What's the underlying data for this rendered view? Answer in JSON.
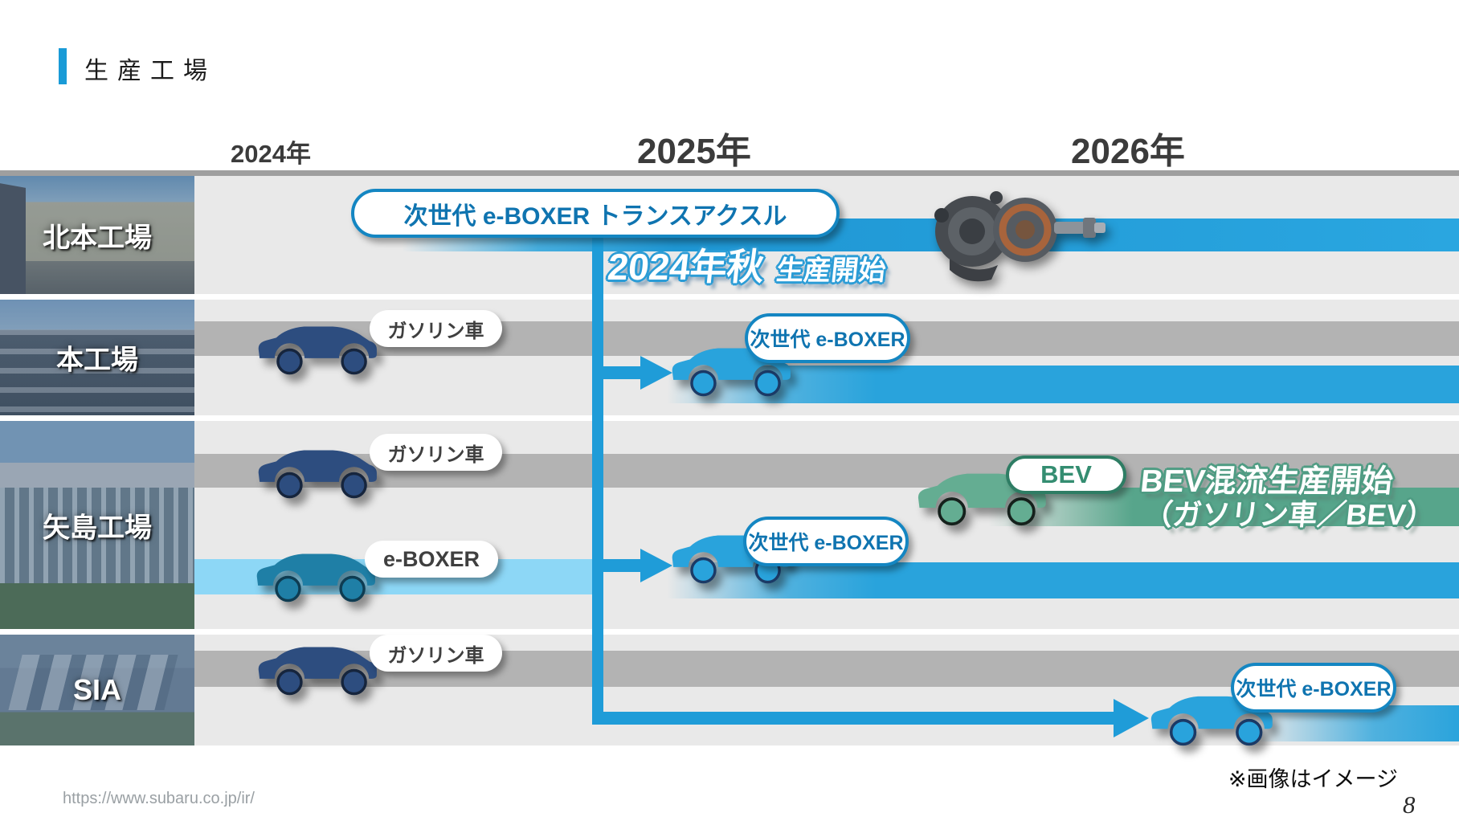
{
  "slide": {
    "title": "生産工場",
    "years": [
      "2024年",
      "2025年",
      "2026年"
    ],
    "footnote": "※画像はイメージ",
    "source_url": "https://www.subaru.co.jp/ir/",
    "page_number": "8"
  },
  "factories": [
    {
      "name": "北本工場"
    },
    {
      "name": "本工場"
    },
    {
      "name": "矢島工場"
    },
    {
      "name": "SIA"
    }
  ],
  "labels": {
    "transaxle": "次世代 e-BOXER トランスアクスル",
    "transaxle_start_main": "2024年秋",
    "transaxle_start_sub": "生産開始",
    "gasoline": "ガソリン車",
    "next_gen_eboxer": "次世代 e-BOXER",
    "eboxer": "e-BOXER",
    "bev": "BEV",
    "bev_mixed_line1": "BEV混流生産開始",
    "bev_mixed_line2": "（ガソリン車／BEV）"
  },
  "colors": {
    "accent_blue": "#1a9bd7",
    "line_blue": "#1f9cd8",
    "track_blue": "#29a3dc",
    "track_light_blue": "#8dd7f6",
    "track_gray": "#b3b3b3",
    "track_green": "#57a58b",
    "car_navy": "#2d4d7f",
    "car_light_blue": "#29a3dc",
    "car_teal": "#1f7fa6",
    "car_green": "#64ad92",
    "bev_green": "#2e7d64",
    "pill_border_blue": "#1486c2",
    "pill_text_blue": "#0f74b0",
    "stroke_text_blue": "#2b9cd6",
    "stroke_text_green": "#4f9c83"
  }
}
